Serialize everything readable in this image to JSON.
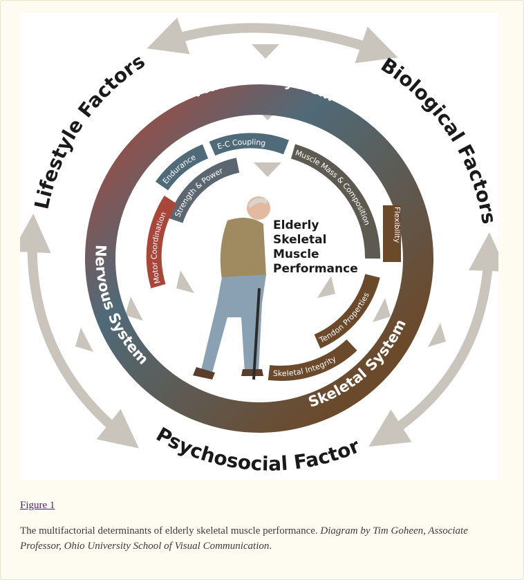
{
  "figure": {
    "link_text": "Figure 1",
    "caption_plain": "The multifactorial determinants of elderly skeletal muscle performance. ",
    "caption_italic": "Diagram by Tim Goheen, Associate Professor, Ohio University School of Visual Communication"
  },
  "diagram": {
    "outer_factors": {
      "lifestyle": "Lifestyle Factors",
      "biological": "Biological Factors",
      "psychosocial": "Psychosocial Factors"
    },
    "systems": {
      "muscular": "Muscular System",
      "nervous": "Nervous System",
      "skeletal": "Skeletal System"
    },
    "components": {
      "endurance": "Endurance",
      "ec_coupling": "E-C Coupling",
      "muscle_mass": "Muscle Mass & Composition",
      "strength_power": "Strength & Power",
      "motor_coordination": "Motor Coordination",
      "flexibility": "Flexibility",
      "tendon_properties": "Tendon Properties",
      "skeletal_integrity": "Skeletal Integrity"
    },
    "center": [
      "Elderly",
      "Skeletal",
      "Muscle",
      "Performance"
    ],
    "colors": {
      "muscular": "#4f6a78",
      "nervous": "#a9463a",
      "skeletal": "#6b4a2c",
      "arrow": "#c9c5bd"
    }
  }
}
